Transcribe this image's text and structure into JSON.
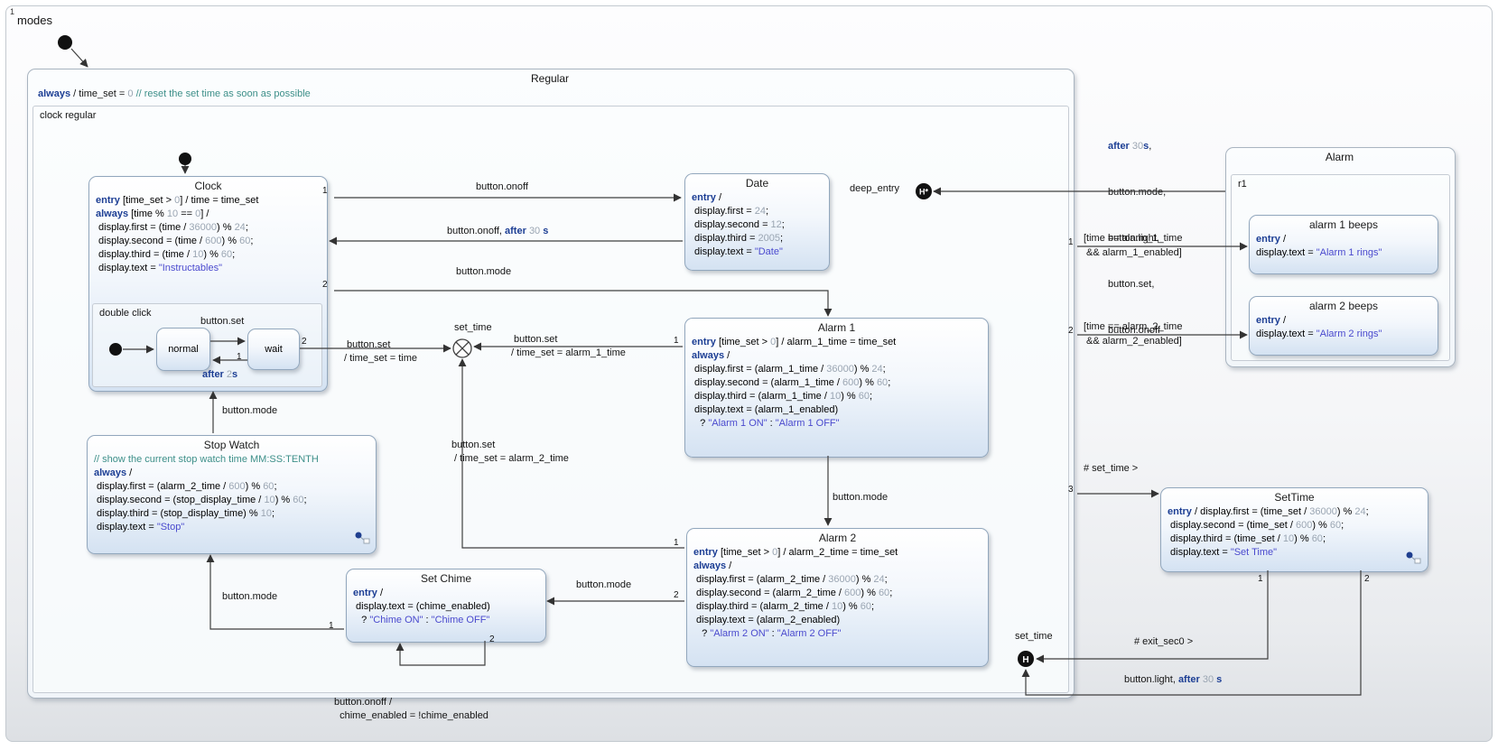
{
  "canvas": {
    "priority": "1",
    "label": "modes"
  },
  "regular": {
    "title": "Regular",
    "reaction": "always / time_set = 0 // reset the set time as soon as possible",
    "region_label": "clock regular"
  },
  "clock": {
    "title": "Clock",
    "code": [
      "entry [time_set > 0] / time = time_set",
      "",
      "always [time % 10 == 0] /",
      " display.first = (time / 36000) % 24;",
      " display.second = (time / 600) % 60;",
      " display.third = (time / 10) % 60;",
      " display.text = \"Instructables\""
    ],
    "region_label": "double click",
    "normal": "normal",
    "wait": "wait"
  },
  "date": {
    "title": "Date",
    "code": [
      "entry /",
      " display.first = 24;",
      " display.second = 12;",
      " display.third = 2005;",
      " display.text = \"Date\""
    ]
  },
  "alarm1": {
    "title": "Alarm 1",
    "code": [
      "entry [time_set > 0] / alarm_1_time = time_set",
      "",
      "always /",
      " display.first = (alarm_1_time / 36000) % 24;",
      " display.second = (alarm_1_time / 600) % 60;",
      " display.third = (alarm_1_time / 10) % 60;",
      " display.text = (alarm_1_enabled)",
      "   ? \"Alarm 1 ON\" : \"Alarm 1 OFF\""
    ]
  },
  "alarm2": {
    "title": "Alarm 2",
    "code": [
      "entry [time_set > 0] / alarm_2_time = time_set",
      "",
      "always /",
      " display.first = (alarm_2_time / 36000) % 24;",
      " display.second = (alarm_2_time / 600) % 60;",
      " display.third = (alarm_2_time / 10) % 60;",
      " display.text = (alarm_2_enabled)",
      "   ? \"Alarm 2 ON\" : \"Alarm 2 OFF\""
    ]
  },
  "stopwatch": {
    "title": "Stop Watch",
    "code": [
      "// show the current stop watch time MM:SS:TENTH",
      "always /",
      " display.first = (alarm_2_time / 600) % 60;",
      " display.second = (stop_display_time / 10) % 60;",
      " display.third = (stop_display_time) % 10;",
      " display.text = \"Stop\""
    ]
  },
  "setchime": {
    "title": "Set Chime",
    "code": [
      "entry /",
      " display.text = (chime_enabled)",
      "   ? \"Chime ON\" : \"Chime OFF\""
    ]
  },
  "settime": {
    "title": "SetTime",
    "code": [
      "entry / display.first = (time_set / 36000) % 24;",
      " display.second = (time_set / 600) % 60;",
      " display.third = (time_set / 10) % 60;",
      " display.text = \"Set Time\""
    ]
  },
  "alarm": {
    "title": "Alarm",
    "region_label": "r1",
    "beeps1": {
      "title": "alarm 1 beeps",
      "code": [
        "entry /",
        "display.text = \"Alarm 1 rings\""
      ]
    },
    "beeps2": {
      "title": "alarm 2 beeps",
      "code": [
        "entry /",
        "display.text = \"Alarm 2 rings\""
      ]
    }
  },
  "edges": {
    "clock_date": "button.onoff",
    "date_clock": "button.onoff, after 30 s",
    "clock_alarm1": "button.mode",
    "alarm1_alarm2": "button.mode",
    "alarm2_setchime": "button.mode",
    "setchime_stopwatch": "button.mode",
    "stopwatch_clock": "button.mode",
    "normal_wait": "button.set",
    "wait_normal": "after 2s",
    "junction_label": "set_time",
    "from_clock": [
      " button.set",
      "/ time_set = time"
    ],
    "from_alarm1": [
      " button.set",
      "/ time_set = alarm_1_time"
    ],
    "from_alarm2": [
      "button.set",
      " / time_set = alarm_2_time"
    ],
    "deep_entry_label": "deep_entry",
    "alarm_exit_triggers": [
      "after 30s,",
      "button.mode,",
      "button.light,",
      "button.set,",
      "button.onoff"
    ],
    "guard_alarm1": [
      "[time == alarm_1_time",
      " && alarm_1_enabled]"
    ],
    "guard_alarm2": [
      "[time == alarm_2_time",
      " && alarm_2_enabled]"
    ],
    "set_time_entrypoint": "# set_time >",
    "exit_sec0": "# exit_sec0 >",
    "light_after": "button.light, after 30 s",
    "chime_toggle": [
      "button.onoff /",
      "  chime_enabled = !chime_enabled"
    ]
  },
  "ports": {
    "one": "1",
    "two": "2",
    "three": "3"
  },
  "history": {
    "deep": "H*",
    "shallow": "H"
  }
}
